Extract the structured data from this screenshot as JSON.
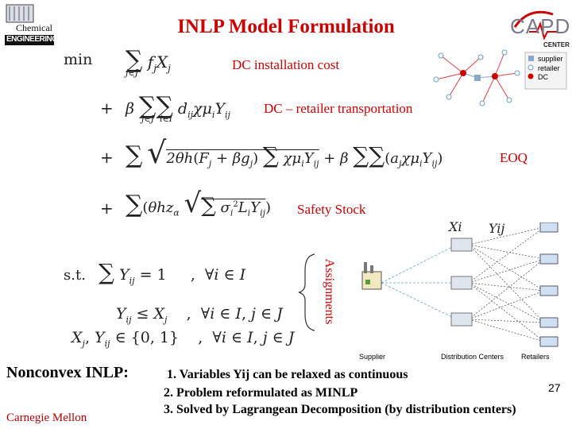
{
  "header": {
    "title": "INLP Model Formulation",
    "logo_left_line1": "Chemical",
    "logo_left_line2": "ENGINEERING",
    "logo_right": "CAPD",
    "logo_right_sub": "CENTER"
  },
  "objective": {
    "min_label": "min",
    "plus": "+",
    "term_labels": {
      "dc_install": "DC installation cost",
      "dc_retailer": "DC – retailer transportation",
      "eoq": "EOQ",
      "safety": "Safety Stock"
    }
  },
  "constraints": {
    "st_label": "s.t.",
    "bracket_label": "Assignments"
  },
  "legend": {
    "supplier": "supplier",
    "retailer": "retailer",
    "dc": "DC"
  },
  "network": {
    "xi_label": "Xi",
    "yij_label": "Yij",
    "col_supplier": "Supplier",
    "col_dc": "Distribution Centers",
    "col_retailers": "Retailers"
  },
  "footer": {
    "nonconvex_label": "Nonconvex INLP:",
    "point1": "1. Variables Yij can be relaxed as continuous",
    "point2": "2. Problem reformulated as MINLP",
    "point3": "3. Solved by Lagrangean Decomposition (by distribution centers)",
    "page_number": "27",
    "cmu": "Carnegie Mellon"
  },
  "colors": {
    "accent_red": "#cc0000",
    "legend_supplier": "#8aa6c8",
    "legend_dc": "#cc0000"
  }
}
